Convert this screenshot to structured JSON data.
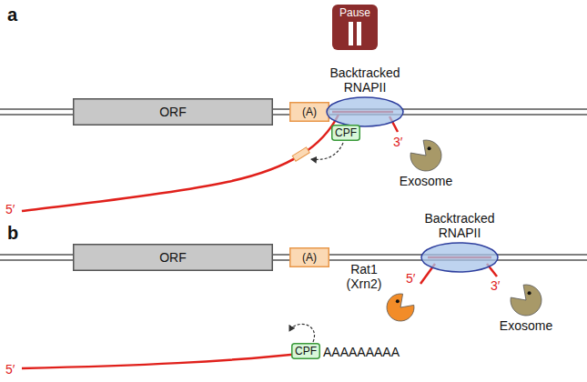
{
  "diagram": {
    "nodes": [
      {
        "text": [
          "Pause"
        ]
      },
      {
        "text": [
          "ORF"
        ]
      },
      {
        "text": [
          "(A)"
        ]
      },
      {
        "text": [
          "Backtracked RNAPII"
        ]
      },
      {
        "text": [
          "CPF"
        ]
      },
      {
        "text": [
          "Exosome"
        ]
      },
      {
        "text": [
          "ORF"
        ]
      },
      {
        "text": [
          "(A)"
        ]
      },
      {
        "text": [
          "Backtracked RNAPII"
        ]
      },
      {
        "text": [
          "Rat1 (Xrn2)"
        ]
      },
      {
        "text": [
          "Exosome"
        ]
      },
      {
        "text": [
          "CPF"
        ]
      }
    ],
    "labels": [
      "a",
      "3′",
      "5′",
      "b",
      "5′",
      "3′",
      "5′",
      "AAAAAAAAA"
    ]
  }
}
